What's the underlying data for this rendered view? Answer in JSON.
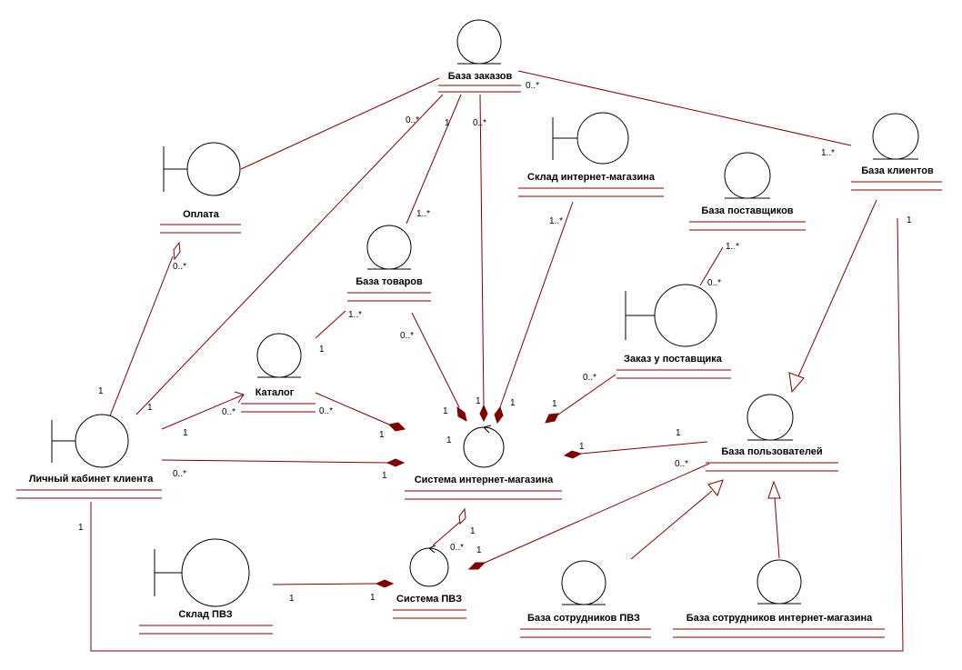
{
  "nodes": {
    "orders_db": {
      "label": "База заказов",
      "kind": "entity"
    },
    "payment": {
      "label": "Оплата",
      "kind": "boundary"
    },
    "online_warehouse": {
      "label": "Склад интернет-магазина",
      "kind": "boundary"
    },
    "suppliers_db": {
      "label": "База поставщиков",
      "kind": "entity"
    },
    "clients_db": {
      "label": "База клиентов",
      "kind": "entity"
    },
    "goods_db": {
      "label": "База товаров",
      "kind": "entity"
    },
    "supplier_order": {
      "label": "Заказ у поставщика",
      "kind": "boundary"
    },
    "catalog": {
      "label": "Каталог",
      "kind": "entity"
    },
    "personal_account": {
      "label": "Личный кабинет клиента",
      "kind": "boundary"
    },
    "online_system": {
      "label": "Система интернет-магазина",
      "kind": "control"
    },
    "users_db": {
      "label": "База пользователей",
      "kind": "entity"
    },
    "pickup_warehouse": {
      "label": "Склад ПВЗ",
      "kind": "boundary"
    },
    "pickup_system": {
      "label": "Система ПВЗ",
      "kind": "control"
    },
    "pickup_staff_db": {
      "label": "База сотрудников ПВЗ",
      "kind": "entity"
    },
    "online_staff_db": {
      "label": "База сотрудников интернет-магазина",
      "kind": "entity"
    }
  },
  "multiplicities": [
    "0..*",
    "0..*",
    "1",
    "0..*",
    "1..*",
    "1..*",
    "1..*",
    "0..*",
    "1..*",
    "1",
    "1",
    "0..*",
    "1",
    "1..*",
    "0..*",
    "1",
    "1",
    "1",
    "0..*",
    "1",
    "0..*",
    "1",
    "1",
    "1",
    "1",
    "1",
    "1",
    "0..*",
    "0..*",
    "1",
    "1",
    "0..*",
    "1",
    "1",
    "1",
    "0..*",
    "1"
  ]
}
